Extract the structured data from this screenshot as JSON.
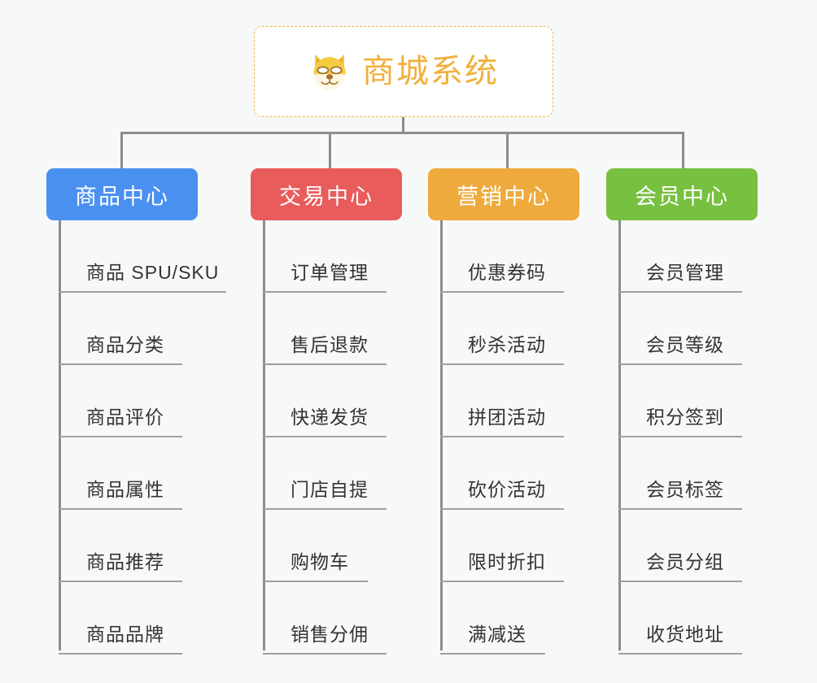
{
  "background_color": "#f7f8f8",
  "root": {
    "title": "商城系统",
    "icon": "shiba-dog-face-icon",
    "text_color": "#f0b03c",
    "border_color": "#f0b44a",
    "background_color": "#ffffff"
  },
  "branches": [
    {
      "id": "product-center",
      "label": "商品中心",
      "color": "#4a90f0",
      "items": [
        "商品 SPU/SKU",
        "商品分类",
        "商品评价",
        "商品属性",
        "商品推荐",
        "商品品牌"
      ]
    },
    {
      "id": "trade-center",
      "label": "交易中心",
      "color": "#e85c5c",
      "items": [
        "订单管理",
        "售后退款",
        "快递发货",
        "门店自提",
        "购物车",
        "销售分佣"
      ]
    },
    {
      "id": "marketing-center",
      "label": "营销中心",
      "color": "#eeaa3c",
      "items": [
        "优惠券码",
        "秒杀活动",
        "拼团活动",
        "砍价活动",
        "限时折扣",
        "满减送"
      ]
    },
    {
      "id": "member-center",
      "label": "会员中心",
      "color": "#78c040",
      "items": [
        "会员管理",
        "会员等级",
        "积分签到",
        "会员标签",
        "会员分组",
        "收货地址"
      ]
    }
  ],
  "connector_color": "#8d8d8d",
  "rule_color": "#a0a0a0"
}
